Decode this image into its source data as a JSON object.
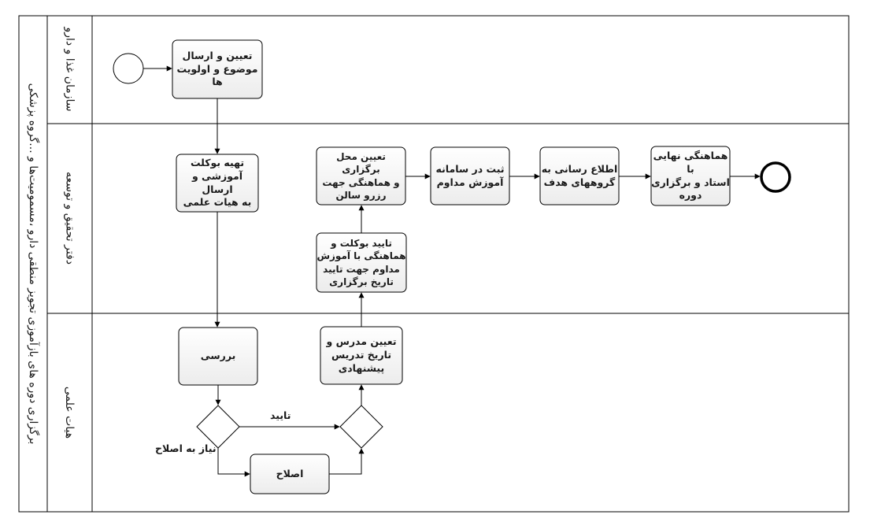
{
  "pool": {
    "label": "برگزاری دوره های بازآموزی تجویز منطقی دارو ،مسمومیت‌ها و ...گروه پزشکی"
  },
  "lanes": [
    {
      "label": "سازمان غذا و دارو"
    },
    {
      "label": "دفتر تحقیق و توسعه"
    },
    {
      "label": "هیات علمی"
    }
  ],
  "tasks": {
    "determine_topic": "تعیین و ارسال\nموضوع و اولویت ها",
    "prepare_booklet": "تهیه بوکلت\nآموزشی و ارسال\nبه هیات علمی",
    "review": "بررسی",
    "fix": "اصلاح",
    "determine_teacher": "تعیین مدرس و\nتاریخ تدریس\nپیشنهادی",
    "confirm_booklet": "تایید بوکلت و\nهماهنگی با آموزش\nمداوم جهت تایید\nتاریخ برگزاری",
    "determine_venue": "تعیین محل برگزاری\nو هماهنگی جهت\nرزرو سالن",
    "register_system": "ثبت در سامانه\nآموزش مداوم",
    "inform_groups": "اطلاع رسانی به\nگروههای هدف",
    "final_coord": "هماهنگی نهایی با\nاستاد و برگزاری\nدوره"
  },
  "flow_labels": {
    "approve": "تایید",
    "needs_fix": "نیاز به اصلاح"
  }
}
